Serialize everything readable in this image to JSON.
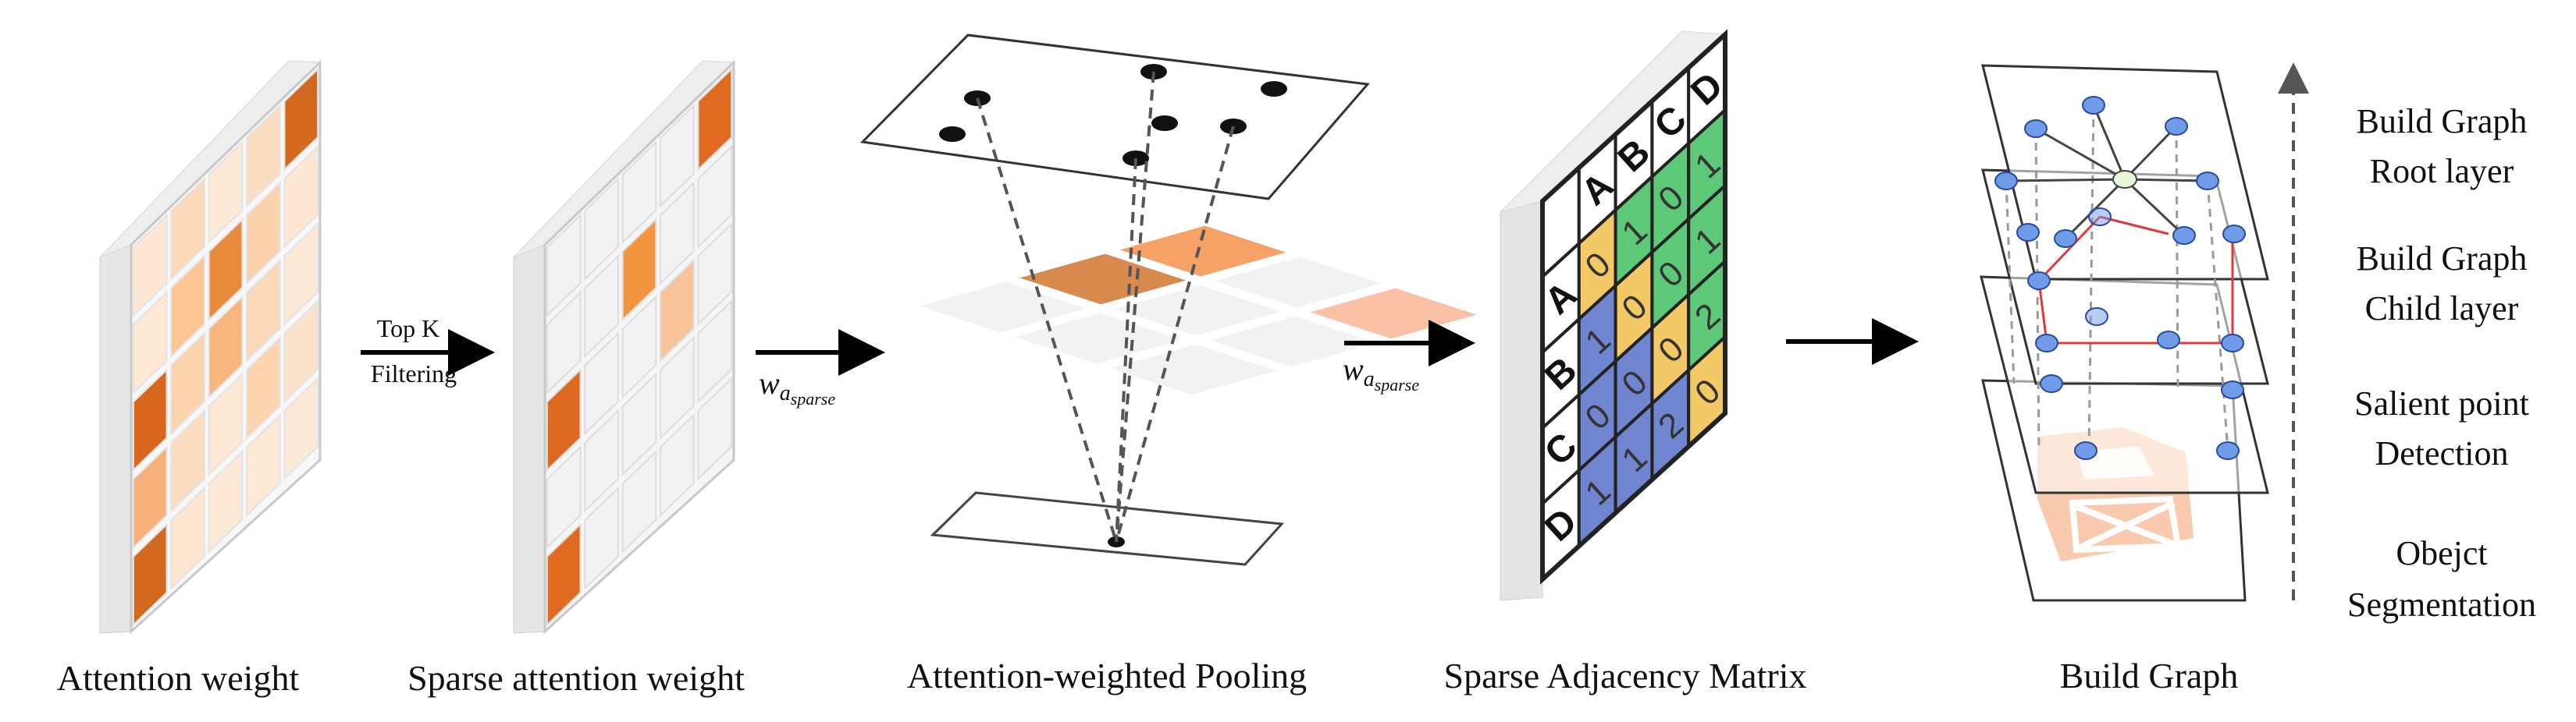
{
  "captions": {
    "attention_weight": "Attention weight",
    "sparse_attention_weight": "Sparse attention weight",
    "attention_weighted_pooling": "Attention-weighted Pooling",
    "sparse_adjacency_matrix": "Sparse Adjacency Matrix",
    "build_graph": "Build Graph"
  },
  "topk": {
    "line1": "Top K",
    "line2": "Filtering"
  },
  "weight_symbol": {
    "base": "w",
    "sub": "a",
    "subsub": "sparse"
  },
  "layers": {
    "root": {
      "line1": "Build Graph",
      "line2": "Root layer"
    },
    "child": {
      "line1": "Build Graph",
      "line2": "Child layer"
    },
    "salient": {
      "line1": "Salient point",
      "line2": "Detection"
    },
    "segmentation": {
      "line1": "Obejct",
      "line2": "Segmentation"
    }
  },
  "matrix": {
    "headers": [
      "A",
      "B",
      "C",
      "D"
    ],
    "values": [
      [
        "0",
        "1",
        "0",
        "1"
      ],
      [
        "1",
        "0",
        "0",
        "1"
      ],
      [
        "0",
        "0",
        "0",
        "2"
      ],
      [
        "1",
        "1",
        "2",
        "0"
      ]
    ]
  },
  "colors": {
    "orange_dark": "#d2691e",
    "orange_light": "#fde8d4",
    "green": "#5cc878",
    "yellow": "#f3c866",
    "blue": "#6f85cf",
    "node_blue": "#6f9be8",
    "edge_red": "#e0383b"
  }
}
